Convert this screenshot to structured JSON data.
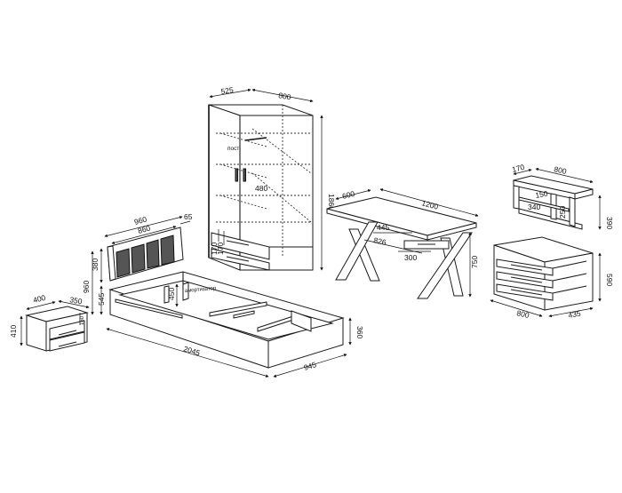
{
  "title": "",
  "dimensions": {
    "wardrobe": {
      "depth": "525",
      "width": "800",
      "height": "1860",
      "shelf_label": "480",
      "drawer_a": "170",
      "drawer_b": "170"
    },
    "desk": {
      "depth": "600",
      "width": "1200",
      "inner_depth": "445",
      "inner_width": "826",
      "drawer": "300",
      "height": "750"
    },
    "shelf": {
      "depth": "170",
      "width": "800",
      "top": "150",
      "inner": "340",
      "inner_h": "250",
      "height": "390"
    },
    "dresser": {
      "width": "800",
      "depth": "435",
      "height": "590"
    },
    "headboard": {
      "outer": "960",
      "inner": "860",
      "thickness": "65",
      "height": "380"
    },
    "bed": {
      "total_height": "960",
      "side_height": "545",
      "inner_label": "450",
      "length": "2045",
      "width": "945",
      "rail": "360"
    },
    "nightstand": {
      "width": "400",
      "depth": "350",
      "height": "410",
      "drawer_h": "150"
    }
  },
  "labels": {
    "shock_absorber": "амортизатор",
    "hanger_rail": "пост"
  }
}
